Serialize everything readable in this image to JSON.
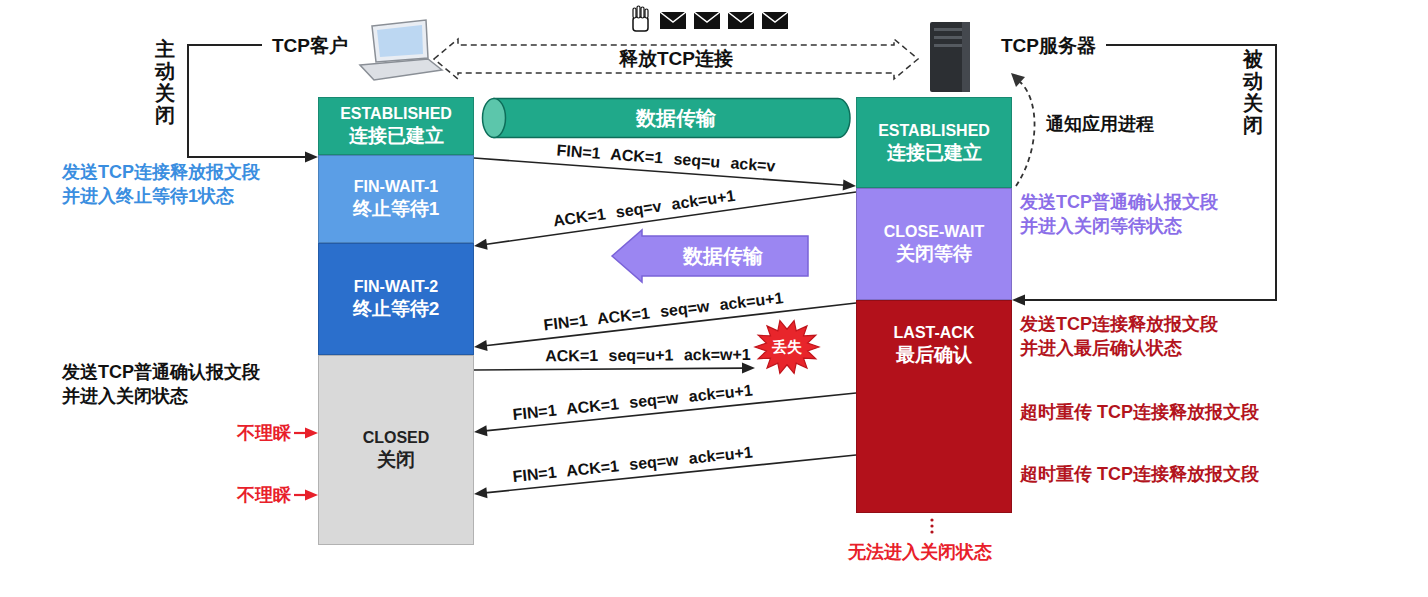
{
  "diagram": {
    "nodes": [
      {
        "text": [
          "TCP客户"
        ]
      },
      {
        "text": [
          "TCP服务器"
        ]
      },
      {
        "text": [
          "ESTABLISHED",
          "连接已建立"
        ]
      },
      {
        "text": [
          "数据传输"
        ]
      },
      {
        "text": [
          "ESTABLISHED",
          "连接已建立"
        ]
      },
      {
        "text": [
          "FIN-WAIT-1",
          "终止等待1"
        ]
      },
      {
        "text": [
          "CLOSE-WAIT",
          "关闭等待"
        ]
      },
      {
        "text": [
          "数据传输"
        ]
      },
      {
        "text": [
          "FIN-WAIT-2",
          "终止等待2"
        ]
      },
      {
        "text": [
          "LAST-ACK",
          "最后确认"
        ]
      },
      {
        "text": [
          "丢失"
        ]
      },
      {
        "text": [
          "CLOSED",
          "关闭"
        ]
      }
    ],
    "edges": [
      {
        "from": 0,
        "to": 1,
        "label": "释放TCP连接",
        "arrow": "both"
      },
      {
        "from": 5,
        "to": 4,
        "label": "FIN=1 ACK=1 seq=u ack=v",
        "arrow": "to"
      },
      {
        "from": 6,
        "to": 8,
        "label": "ACK=1 seq=v ack=u+1",
        "arrow": "to"
      },
      {
        "from": 9,
        "to": 8,
        "label": "FIN=1 ACK=1 seq=w ack=u+1",
        "arrow": "to"
      },
      {
        "from": 11,
        "to": 10,
        "label": "ACK=1 seq=u+1 ack=w+1",
        "arrow": "to"
      },
      {
        "from": 9,
        "to": 11,
        "label": "FIN=1 ACK=1 seq=w ack=u+1",
        "arrow": "to"
      },
      {
        "from": 9,
        "to": 11,
        "label": "FIN=1 ACK=1 seq=w ack=u+1",
        "arrow": "to"
      }
    ],
    "labels": [
      "主动关闭",
      "被动关闭",
      "通知应用进程",
      "发送TCP连接释放报文段 并进入终止等待1状态",
      "发送TCP普通确认报文段 并进入关闭等待状态",
      "发送TCP连接释放报文段 并进入最后确认状态",
      "发送TCP普通确认报文段 并进入关闭状态",
      "超时重传 TCP连接释放报文段",
      "超时重传 TCP连接释放报文段",
      "不理睬",
      "不理睬",
      "无法进入关闭状态"
    ]
  }
}
